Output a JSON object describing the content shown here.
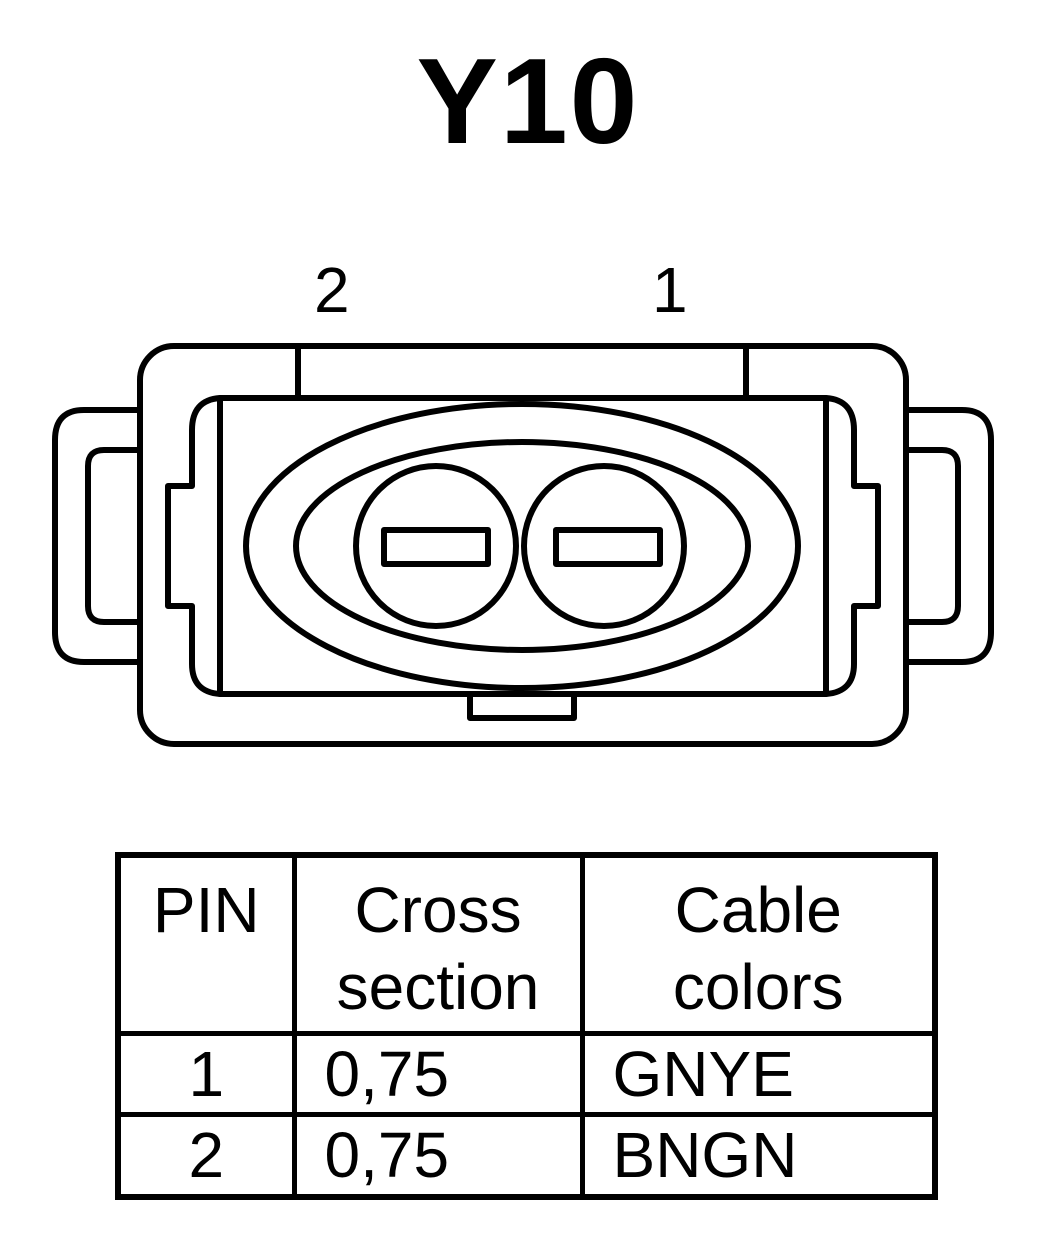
{
  "title": "Y10",
  "connector": {
    "pin_labels": [
      "2",
      "1"
    ]
  },
  "table": {
    "headers": [
      [
        "PIN"
      ],
      [
        "Cross",
        "section"
      ],
      [
        "Cable",
        "colors"
      ]
    ],
    "rows": [
      {
        "pin": "1",
        "cross_section": "0,75",
        "cable_color": "GNYE"
      },
      {
        "pin": "2",
        "cross_section": "0,75",
        "cable_color": "BNGN"
      }
    ]
  },
  "colors": {
    "line": "#000000",
    "background": "#ffffff"
  }
}
